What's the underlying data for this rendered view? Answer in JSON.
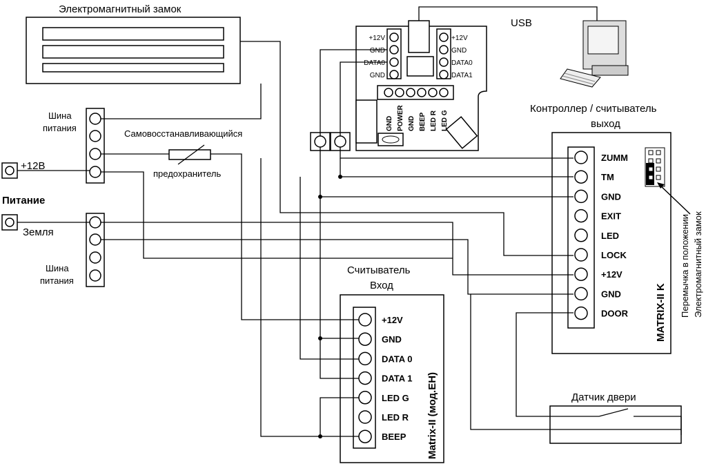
{
  "lock": {
    "title": "Электромагнитный замок"
  },
  "usb": {
    "label": "USB"
  },
  "converter": {
    "left_pins": [
      "+12V",
      "GND",
      "DATA0",
      "GND"
    ],
    "right_pins": [
      "+12V",
      "GND",
      "DATA0",
      "DATA1"
    ],
    "bottom_pins": [
      "GND",
      "POWER",
      "GND",
      "BEEP",
      "LED R",
      "LED G"
    ]
  },
  "bus_top": {
    "label_line1": "Шина",
    "label_line2": "питания"
  },
  "bus_bottom": {
    "label_line1": "Шина",
    "label_line2": "питания"
  },
  "fuse": {
    "title": "Самовосстанавливающийся",
    "subtitle": "предохранитель"
  },
  "power": {
    "title": "Питание",
    "plus": "+12В",
    "ground": "Земля"
  },
  "controller": {
    "title_line1": "Контроллер / считыватель",
    "title_line2": "выход",
    "model": "MATRIX-II K",
    "pins": [
      "ZUMM",
      "TM",
      "GND",
      "EXIT",
      "LED",
      "LOCK",
      "+12V",
      "GND",
      "DOOR"
    ],
    "jumper_note_line1": "Перемычка в положении",
    "jumper_note_line2": "Электромагнитный замок"
  },
  "reader": {
    "title_line1": "Считыватель",
    "title_line2": "Вход",
    "model": "Matrix-II (мод.EH)",
    "pins": [
      "+12V",
      "GND",
      "DATA 0",
      "DATA 1",
      "LED G",
      "LED R",
      "BEEP"
    ]
  },
  "door_sensor": {
    "title": "Датчик двери"
  }
}
